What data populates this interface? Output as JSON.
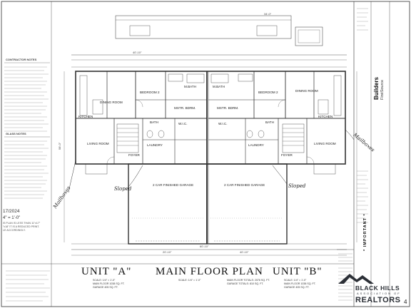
{
  "sheet": {
    "unit_a_title": "UNIT \"A\"",
    "unit_b_title": "UNIT \"B\"",
    "plan_title": "MAIN FLOOR PLAN",
    "plan_scale": "SCALE: 1/4\" = 1'-0\"",
    "unit_a_stats": [
      "SCALE: 1/4\" = 1'-0\"",
      "MAIN FLOOR 1038 SQ. FT.",
      "GARAGE 405 SQ. FT."
    ],
    "unit_b_stats": [
      "SCALE: 1/4\" = 1'-0\"",
      "MAIN FLOOR 1038 SQ. FT.",
      "GARAGE 405 SQ. FT."
    ],
    "totals_stats": [
      "MAIN FLOOR TOTALS: 2076 SQ. FT.",
      "GARAGE TOTALS: 810 SQ. FT."
    ],
    "date": "17/2024",
    "scale_note": "4\" = 1'-0\"",
    "scale_note_sub": [
      "IS PLAN IS LESS THAN 11\"x17\"",
      "\"x18\" IT IS A REDUCED PRINT.",
      "LE ACCORDINGLY."
    ],
    "contractor_notes_heading": "CONTRACTOR NOTES",
    "glass_notes_heading": "GLASS NOTES",
    "important": "* IMPORTANT *",
    "builders_brand": "Builders",
    "firstsource_brand": "FirstSource",
    "page_number": "4",
    "top_dimension": "34'-0\"",
    "overall_dimension": "40'-10\"",
    "bottom_dimensions": [
      "20'-10\"",
      "60'-10\"",
      "40'-10\""
    ],
    "side_dimension": "58'-0\""
  },
  "rooms": {
    "a_bedroom": "BEDROOM 2",
    "a_mstr_bdrm": "MSTR. BDRM.",
    "a_wic": "W.I.C.",
    "a_bath": "BATH",
    "a_mbath": "M.BATH",
    "a_living": "LIVING ROOM",
    "a_dining": "DINING ROOM",
    "a_kitchen": "KITCHEN",
    "a_laundry": "LAUNDRY",
    "a_foyer": "FOYER",
    "a_garage": "2 CAR FINISHED GARAGE",
    "b_bedroom": "BEDROOM 2",
    "b_mstr_bdrm": "MSTR. BDRM.",
    "b_wic": "W.I.C.",
    "b_bath": "BATH",
    "b_mbath": "M.BATH",
    "b_living": "LIVING ROOM",
    "b_dining": "DINING ROOM",
    "b_kitchen": "KITCHEN",
    "b_laundry": "LAUNDRY",
    "b_foyer": "FOYER",
    "b_garage": "2 CAR FINISHED GARAGE"
  },
  "handwriting": {
    "a_sloped": "Sloped",
    "b_sloped": "Sloped",
    "left_margin": "Mailboxes",
    "right_margin": "Mailboxes"
  },
  "watermark": {
    "line1": "BLACK HILLS",
    "line2": "ASSOCIATION OF",
    "line3": "REALTORS"
  },
  "colors": {
    "ink": "#222222",
    "paper": "#ffffff",
    "watermark": "#2b2f36"
  }
}
